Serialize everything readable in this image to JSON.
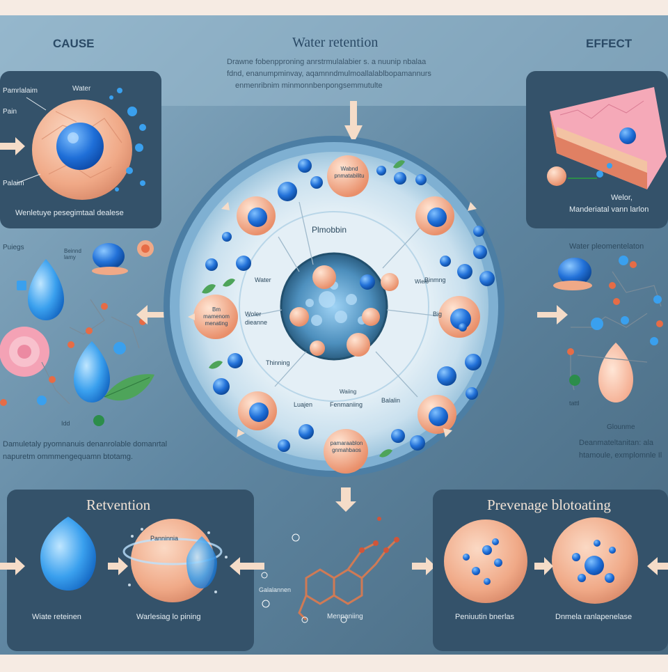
{
  "headers": {
    "cause": "CAUSE",
    "main_title": "Water retention",
    "effect": "EFFECT"
  },
  "intro_text": [
    "Drawne fobenpproning anrstrmulalabier s. a nuunip nbalaa",
    "fdnd, enanumpminvay, aqamnndmulmoallalablbopamannurs",
    "enmenribnim minmonnbenpongsemmutulte"
  ],
  "cause_panel": {
    "label_top_left": "Pamrlalaim",
    "label_water": "Water",
    "label_mid": "Pain",
    "label_bottom": "Palaim",
    "caption": "Wenletuye pesegimtaal dealese"
  },
  "effect_panel": {
    "label_water": "Welor,",
    "caption": "Manderiatal vann larlon"
  },
  "left_side": {
    "label_top": "Puiegs",
    "label_small": "Beinnd lamy",
    "label_bottom": "Idd",
    "caption_1": "Damuletaly pyomnanuis denanrolable domanrtal",
    "caption_2": "napuretm ommmengequamn btotamg."
  },
  "right_side": {
    "label_top": "Water pleomentelaton",
    "label_bottom_a": "tattl",
    "label_bottom_b": "Glounme",
    "caption_1": "Deanmateltanitan: ala",
    "caption_2": "htamoule, exmplomnle Il"
  },
  "circle": {
    "center_label": "Plmobbin",
    "node_top": "Wabnd pnmatabilitu",
    "node_left": "Bm mamenom menating",
    "node_bottom": "pamaraablon gnmahbaos",
    "ring_water": "Water",
    "ring_water2": "Wieio",
    "ring_wolor": "Woler",
    "ring_dieanne": "dieanne",
    "ring_binmng": "Binmng",
    "ring_big": "Big",
    "ring_thinning": "Thinning",
    "ring_luaje": "Luajen",
    "ring_fenmaniing": "Fenmaniing",
    "ring_waiing": "Waiing",
    "ring_balalin": "Balalin"
  },
  "retention_panel": {
    "title": "Retvention",
    "inner_label": "Panninnia",
    "caption_left": "Wiate reteinen",
    "caption_right": "Warlesiag lo pining"
  },
  "middle_bottom": {
    "label_a": "Galalannen",
    "label_b": "Mennaniing"
  },
  "prevent_panel": {
    "title": "Prevenage blotoating",
    "caption_left": "Peniuutin bnerlas",
    "caption_right": "Dnmela ranlapenelase"
  },
  "colors": {
    "panel": "#355468",
    "background": "#5d7f97",
    "cell": "#f3b99a",
    "nucleus": "#1f6fd8",
    "water": "#3aa0ee",
    "ring": "#9fc6de",
    "arrow": "#f5dcc8"
  }
}
